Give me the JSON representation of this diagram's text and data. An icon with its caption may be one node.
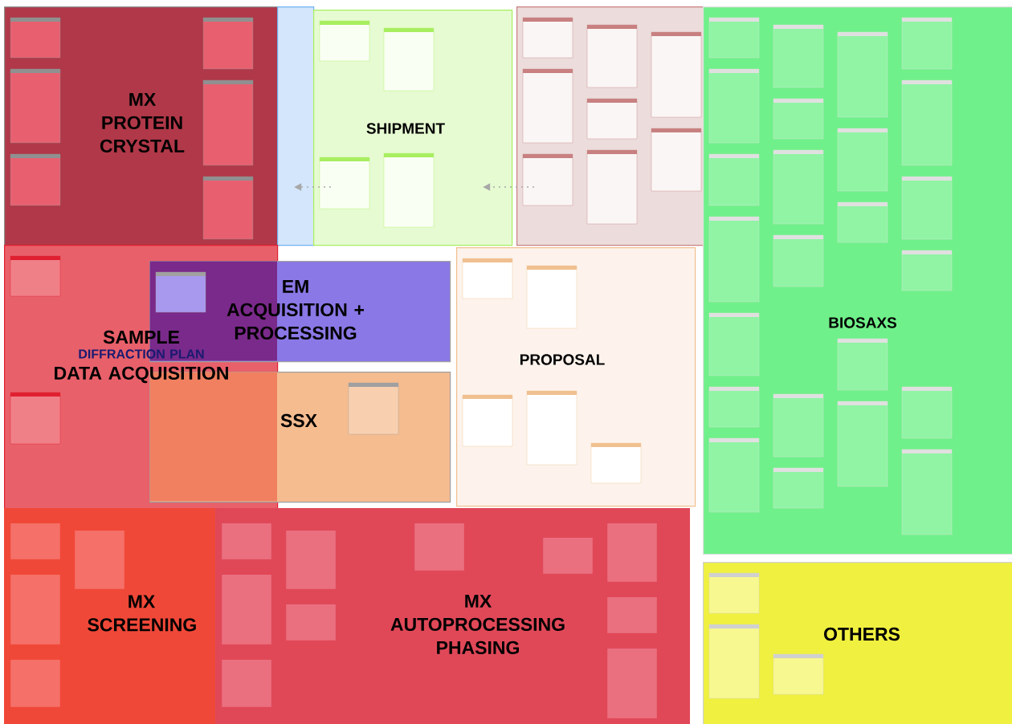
{
  "diagram": {
    "nodes": [
      {
        "text": [
          "MX PROTEIN CRYSTAL"
        ]
      },
      {
        "text": [],
        "shape": "box"
      },
      {
        "text": [
          "SHIPMENT"
        ]
      },
      {
        "text": [],
        "shape": "box"
      },
      {
        "text": [
          "SAMPLE",
          "DIFFRACTION PLAN",
          "DATA ACQUISITION"
        ]
      },
      {
        "text": [
          "EM ACQUISITION + PROCESSING"
        ]
      },
      {
        "text": [
          "SSX"
        ]
      },
      {
        "text": [
          "PROPOSAL"
        ]
      },
      {
        "text": [
          "BIOSAXS"
        ]
      },
      {
        "text": [
          "MX SCREENING"
        ]
      },
      {
        "text": [
          "MX AUTOPROCESSING PHASING"
        ]
      },
      {
        "text": [
          "OTHERS"
        ]
      }
    ],
    "edges": [
      {
        "from": 3,
        "to": 2,
        "arrow": "to",
        "style": "dashed"
      },
      {
        "from": 2,
        "to": 1,
        "arrow": "to",
        "style": "dashed"
      }
    ]
  }
}
